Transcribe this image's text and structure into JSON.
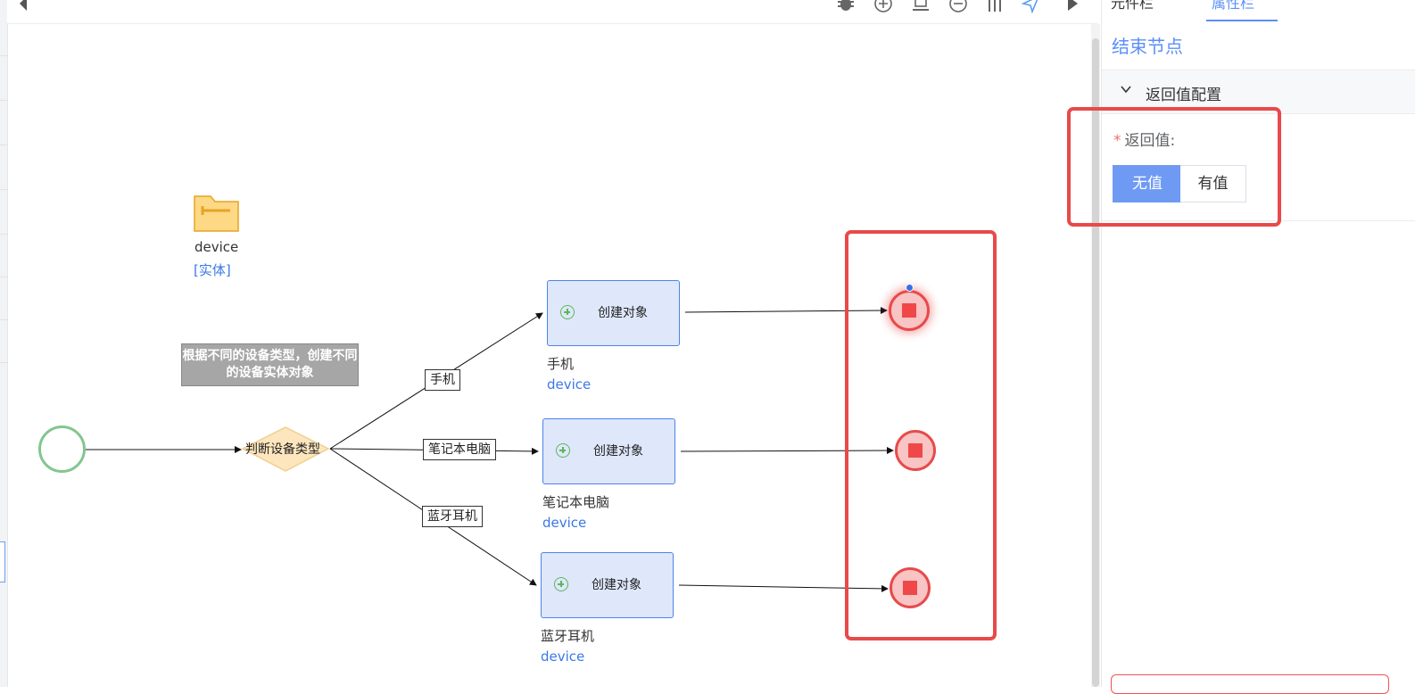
{
  "toolbar": {
    "icons": [
      "back-arrow-icon",
      "bug-icon",
      "zoom-in-icon",
      "fit-icon",
      "zoom-out-icon",
      "columns-icon",
      "send-icon",
      "play-icon"
    ]
  },
  "canvas": {
    "entity": {
      "name": "device",
      "tag": "[实体]"
    },
    "comment": "根据不同的设备类型，创建不同的设备实体对象",
    "gateway": "判断设备类型",
    "branches": [
      {
        "label": "手机",
        "node": "创建对象",
        "caption": "手机",
        "sub": "device"
      },
      {
        "label": "笔记本电脑",
        "node": "创建对象",
        "caption": "笔记本电脑",
        "sub": "device"
      },
      {
        "label": "蓝牙耳机",
        "node": "创建对象",
        "caption": "蓝牙耳机",
        "sub": "device"
      }
    ]
  },
  "panel": {
    "tabs": [
      "元件栏",
      "属性栏"
    ],
    "active_tab": "属性栏",
    "title": "结束节点",
    "section": "返回值配置",
    "field_label": "返回值:",
    "options": [
      "无值",
      "有值"
    ],
    "selected": "无值"
  },
  "colors": {
    "accent": "#5b8ff9",
    "highlight": "#e84a4a",
    "node_fill": "#dfe7fb",
    "start": "#82c68f",
    "gateway": "#fde6bd"
  }
}
